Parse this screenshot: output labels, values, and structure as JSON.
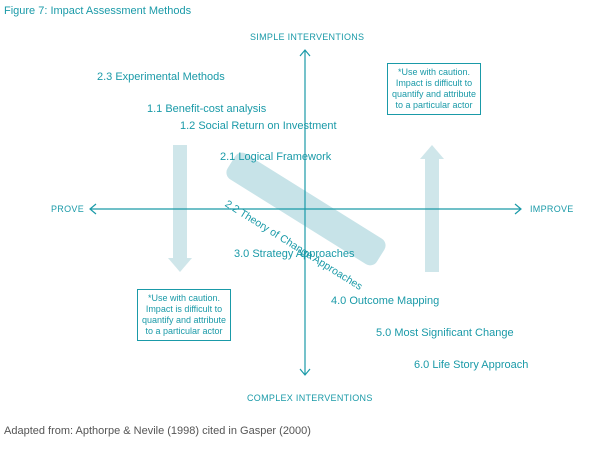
{
  "figure": {
    "title": "Figure 7: Impact Assessment Methods",
    "caption": "Adapted from: Apthorpe & Nevile (1998) cited in Gasper (2000)"
  },
  "axes": {
    "top": "SIMPLE INTERVENTIONS",
    "bottom": "COMPLEX INTERVENTIONS",
    "left": "PROVE",
    "right": "IMPROVE"
  },
  "methods": {
    "m23": "2.3 Experimental Methods",
    "m11": "1.1 Benefit-cost analysis",
    "m12": "1.2 Social Return on Investment",
    "m21": "2.1 Logical Framework",
    "m22": "2.2 Theory of Change Approaches",
    "m30": "3.0 Strategy Approaches",
    "m40": "4.0 Outcome Mapping",
    "m50": "5.0 Most Significant Change",
    "m60": "6.0 Life Story Approach"
  },
  "notes": {
    "top_right": "*Use with caution. Impact is difficult to quantify and attribute to a particular actor",
    "bottom_left": "*Use with caution. Impact is difficult to quantify and attribute to a particular actor"
  },
  "colors": {
    "accent": "#1a9aa8",
    "band": "#c7e3e8",
    "arrow_fill": "#cfe6ea"
  }
}
